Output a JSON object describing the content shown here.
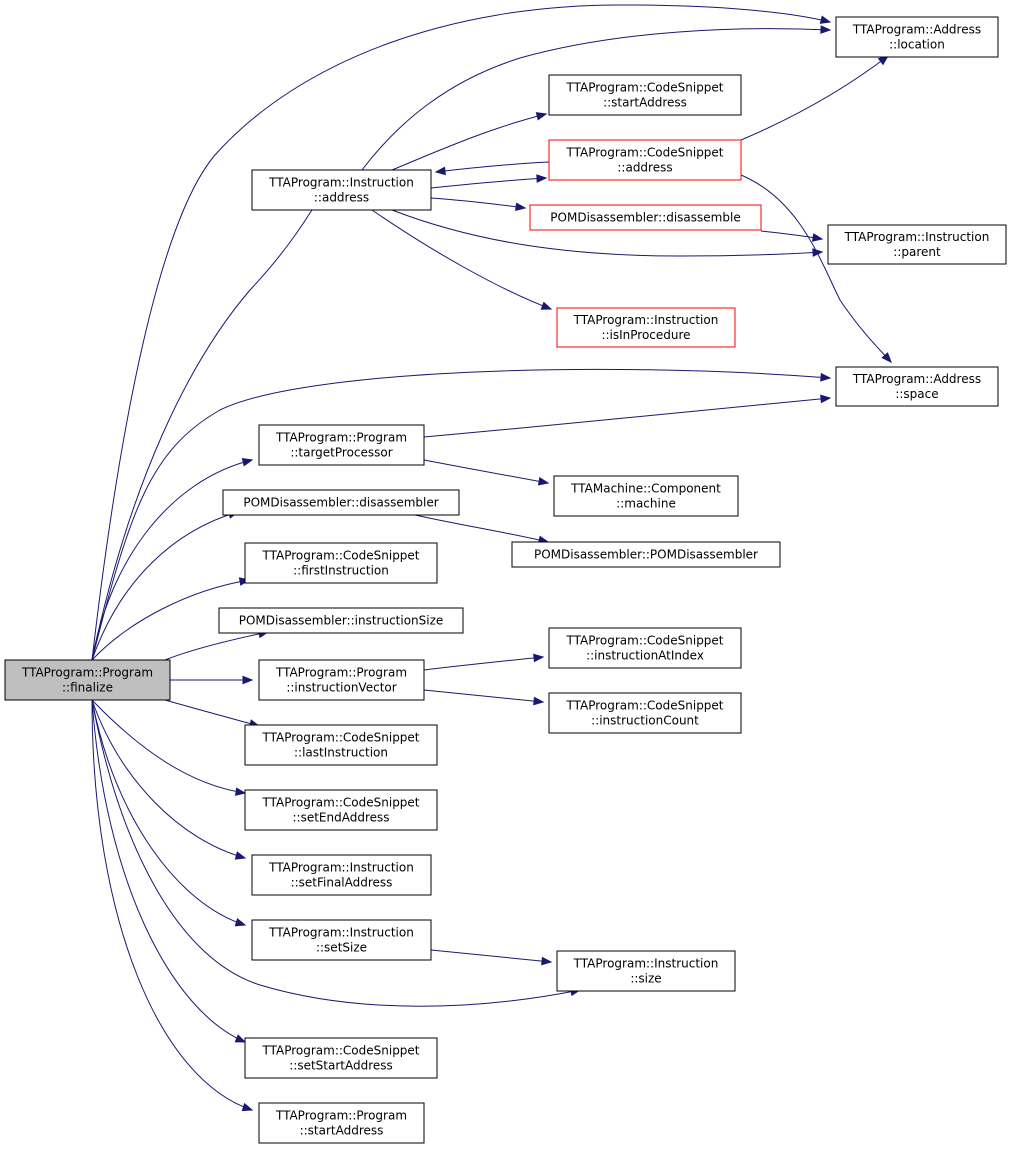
{
  "colors": {
    "edge": "#191970",
    "node_border": "#000000",
    "node_border_highlight": "#ff0000",
    "root_fill": "#bfbfbf",
    "node_fill": "#ffffff"
  },
  "nodes": [
    {
      "id": "finalize",
      "lines": [
        "TTAProgram::Program",
        "::finalize"
      ],
      "style": "root"
    },
    {
      "id": "addr_location",
      "lines": [
        "TTAProgram::Address",
        "::location"
      ],
      "style": "normal"
    },
    {
      "id": "cs_startAddress",
      "lines": [
        "TTAProgram::CodeSnippet",
        "::startAddress"
      ],
      "style": "normal"
    },
    {
      "id": "cs_address",
      "lines": [
        "TTAProgram::CodeSnippet",
        "::address"
      ],
      "style": "red"
    },
    {
      "id": "instr_address",
      "lines": [
        "TTAProgram::Instruction",
        "::address"
      ],
      "style": "normal"
    },
    {
      "id": "pom_disassemble",
      "lines": [
        "POMDisassembler::disassemble"
      ],
      "style": "red"
    },
    {
      "id": "instr_parent",
      "lines": [
        "TTAProgram::Instruction",
        "::parent"
      ],
      "style": "normal"
    },
    {
      "id": "instr_isInProcedure",
      "lines": [
        "TTAProgram::Instruction",
        "::isInProcedure"
      ],
      "style": "red"
    },
    {
      "id": "addr_space",
      "lines": [
        "TTAProgram::Address",
        "::space"
      ],
      "style": "normal"
    },
    {
      "id": "prog_targetProcessor",
      "lines": [
        "TTAProgram::Program",
        "::targetProcessor"
      ],
      "style": "normal"
    },
    {
      "id": "comp_machine",
      "lines": [
        "TTAMachine::Component",
        "::machine"
      ],
      "style": "normal"
    },
    {
      "id": "pom_disassembler",
      "lines": [
        "POMDisassembler::disassembler"
      ],
      "style": "normal"
    },
    {
      "id": "pom_ctor",
      "lines": [
        "POMDisassembler::POMDisassembler"
      ],
      "style": "normal"
    },
    {
      "id": "cs_firstInstruction",
      "lines": [
        "TTAProgram::CodeSnippet",
        "::firstInstruction"
      ],
      "style": "normal"
    },
    {
      "id": "pom_instructionSize",
      "lines": [
        "POMDisassembler::instructionSize"
      ],
      "style": "normal"
    },
    {
      "id": "cs_instructionAtIndex",
      "lines": [
        "TTAProgram::CodeSnippet",
        "::instructionAtIndex"
      ],
      "style": "normal"
    },
    {
      "id": "prog_instructionVector",
      "lines": [
        "TTAProgram::Program",
        "::instructionVector"
      ],
      "style": "normal"
    },
    {
      "id": "cs_instructionCount",
      "lines": [
        "TTAProgram::CodeSnippet",
        "::instructionCount"
      ],
      "style": "normal"
    },
    {
      "id": "cs_lastInstruction",
      "lines": [
        "TTAProgram::CodeSnippet",
        "::lastInstruction"
      ],
      "style": "normal"
    },
    {
      "id": "cs_setEndAddress",
      "lines": [
        "TTAProgram::CodeSnippet",
        "::setEndAddress"
      ],
      "style": "normal"
    },
    {
      "id": "instr_setFinalAddress",
      "lines": [
        "TTAProgram::Instruction",
        "::setFinalAddress"
      ],
      "style": "normal"
    },
    {
      "id": "instr_setSize",
      "lines": [
        "TTAProgram::Instruction",
        "::setSize"
      ],
      "style": "normal"
    },
    {
      "id": "instr_size",
      "lines": [
        "TTAProgram::Instruction",
        "::size"
      ],
      "style": "normal"
    },
    {
      "id": "cs_setStartAddress",
      "lines": [
        "TTAProgram::CodeSnippet",
        "::setStartAddress"
      ],
      "style": "normal"
    },
    {
      "id": "prog_startAddress",
      "lines": [
        "TTAProgram::Program",
        "::startAddress"
      ],
      "style": "normal"
    }
  ],
  "edges": [
    [
      "finalize",
      "addr_location"
    ],
    [
      "finalize",
      "instr_address"
    ],
    [
      "finalize",
      "addr_space"
    ],
    [
      "finalize",
      "prog_targetProcessor"
    ],
    [
      "finalize",
      "pom_disassembler"
    ],
    [
      "finalize",
      "cs_firstInstruction"
    ],
    [
      "finalize",
      "pom_instructionSize"
    ],
    [
      "finalize",
      "prog_instructionVector"
    ],
    [
      "finalize",
      "cs_lastInstruction"
    ],
    [
      "finalize",
      "cs_setEndAddress"
    ],
    [
      "finalize",
      "instr_setFinalAddress"
    ],
    [
      "finalize",
      "instr_setSize"
    ],
    [
      "finalize",
      "instr_size"
    ],
    [
      "finalize",
      "cs_setStartAddress"
    ],
    [
      "finalize",
      "prog_startAddress"
    ],
    [
      "instr_address",
      "addr_location"
    ],
    [
      "instr_address",
      "cs_startAddress"
    ],
    [
      "instr_address",
      "cs_address"
    ],
    [
      "instr_address",
      "pom_disassemble"
    ],
    [
      "instr_address",
      "instr_parent"
    ],
    [
      "instr_address",
      "instr_isInProcedure"
    ],
    [
      "cs_address",
      "instr_address"
    ],
    [
      "cs_address",
      "addr_location"
    ],
    [
      "cs_address",
      "addr_space"
    ],
    [
      "pom_disassemble",
      "instr_parent"
    ],
    [
      "prog_targetProcessor",
      "addr_space"
    ],
    [
      "prog_targetProcessor",
      "comp_machine"
    ],
    [
      "pom_disassembler",
      "pom_ctor"
    ],
    [
      "prog_instructionVector",
      "cs_instructionAtIndex"
    ],
    [
      "prog_instructionVector",
      "cs_instructionCount"
    ],
    [
      "instr_setSize",
      "instr_size"
    ]
  ]
}
